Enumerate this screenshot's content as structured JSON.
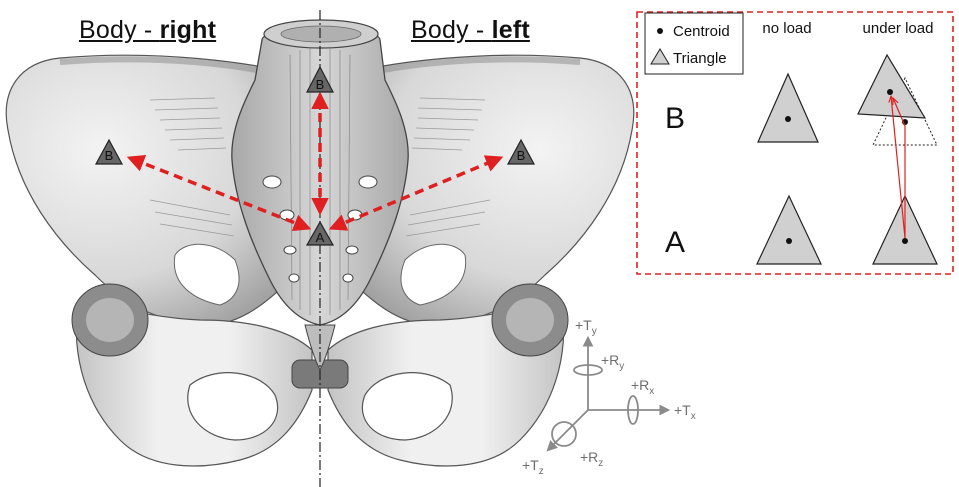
{
  "headings": {
    "right_prefix": "Body - ",
    "right_bold": "right",
    "left_prefix": "Body - ",
    "left_bold": "left"
  },
  "markers": {
    "label_b": "B",
    "label_a": "A"
  },
  "legend": {
    "centroid": "Centroid",
    "triangle": "Triangle",
    "col_no_load": "no load",
    "col_under_load": "under load",
    "row_b": "B",
    "row_a": "A"
  },
  "axes": {
    "ty": "+T",
    "ty_sub": "y",
    "ry": "+R",
    "ry_sub": "y",
    "rx": "+R",
    "rx_sub": "x",
    "tx": "+T",
    "tx_sub": "x",
    "tz": "+T",
    "tz_sub": "z",
    "rz": "+R",
    "rz_sub": "z"
  },
  "colors": {
    "arrow_red": "#e02020",
    "bone_light": "#ececec",
    "bone_mid": "#bdbdbd",
    "bone_dark": "#7a7a7a",
    "triangle_fill": "#d0d0d0",
    "marker_fill": "#666666",
    "axis_gray": "#8a8a8a"
  }
}
